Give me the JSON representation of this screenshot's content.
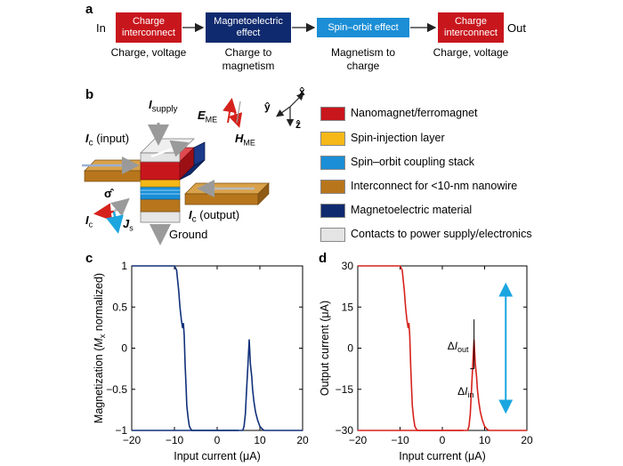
{
  "panels": {
    "a": "a",
    "b": "b",
    "c": "c",
    "d": "d"
  },
  "flow": {
    "in_label": "In",
    "out_label": "Out",
    "boxes": [
      {
        "label": "Charge interconnect",
        "caption": "Charge, voltage",
        "color": "#c8161d"
      },
      {
        "label": "Magnetoelectric effect",
        "caption": "Charge to magnetism",
        "color": "#0f2a6e"
      },
      {
        "label": "Spin–orbit effect",
        "caption": "Magnetism to charge",
        "color": "#1b8ed6"
      },
      {
        "label": "Charge interconnect",
        "caption": "Charge, voltage",
        "color": "#c8161d"
      }
    ]
  },
  "device": {
    "supply": "I",
    "supply_sub": "supply",
    "ic_input": "I",
    "ic_input_sub": "c",
    "ic_input_tail": "(input)",
    "ic_output": "I",
    "ic_output_sub": "c",
    "ic_output_tail": "(output)",
    "ground": "Ground",
    "e_me": "E",
    "e_me_sub": "ME",
    "h_me": "H",
    "h_me_sub": "ME",
    "sigma": "σ̂",
    "ic_small": "I",
    "ic_small_sub": "c",
    "js": "J",
    "js_sub": "s",
    "axis_x": "x̂",
    "axis_y": "ŷ",
    "axis_z": "ẑ"
  },
  "legend": [
    {
      "label": "Nanomagnet/ferromagnet",
      "color": "#c8161d"
    },
    {
      "label": "Spin-injection layer",
      "color": "#f6b818"
    },
    {
      "label": "Spin–orbit coupling stack",
      "color": "#1b8ed6"
    },
    {
      "label": "Interconnect for <10-nm nanowire",
      "color": "#b8761c"
    },
    {
      "label": "Magnetoelectric material",
      "color": "#0f2a6e"
    },
    {
      "label": "Contacts to power supply/electronics",
      "color": "#e4e4e4"
    }
  ],
  "chart_data": [
    {
      "type": "line",
      "xlabel": "Input current (μA)",
      "ylabel": "Magnetization (M_x normalized)",
      "ylabel_parts": {
        "pre": "Magnetization (",
        "var": "M",
        "sub": "x",
        "post": " normalized)"
      },
      "xlim": [
        -20,
        20
      ],
      "ylim": [
        -1,
        1
      ],
      "xticks": [
        -20,
        -10,
        0,
        10,
        20
      ],
      "yticks": [
        -1,
        -0.5,
        0,
        0.5,
        1
      ],
      "color": "#10307a",
      "series": [
        {
          "x": [
            -20,
            -10,
            -9.5,
            -9,
            -8.7,
            -8.4,
            -8.1,
            -7.9,
            -7.7,
            -7.5,
            -7.3,
            -7.1,
            -6.8,
            -6.5,
            -6.2,
            -5.9,
            -5.5,
            5
          ],
          "y": [
            1,
            1,
            0.95,
            0.7,
            0.5,
            0.35,
            0.25,
            0.3,
            0.15,
            -0.2,
            -0.45,
            -0.7,
            -0.85,
            -0.95,
            -0.98,
            -1,
            -1,
            -1
          ]
        },
        {
          "x": [
            -20,
            6,
            6.3,
            6.6,
            6.9,
            7.2,
            7.5,
            7.8,
            8.1,
            8.3,
            8.6,
            9,
            9.5,
            10,
            10.5,
            11,
            20
          ],
          "y": [
            -1,
            -1,
            -0.95,
            -0.8,
            -0.5,
            -0.2,
            0.1,
            -0.2,
            -0.35,
            -0.5,
            -0.65,
            -0.78,
            -0.88,
            -0.95,
            -0.98,
            -1,
            -1
          ]
        }
      ]
    },
    {
      "type": "line",
      "xlabel": "Input current (μA)",
      "ylabel": "Output current (μA)",
      "xlim": [
        -20,
        20
      ],
      "ylim": [
        -30,
        30
      ],
      "xticks": [
        -20,
        -10,
        0,
        10,
        20
      ],
      "yticks": [
        -30,
        -15,
        0,
        15,
        30
      ],
      "color": "#d6221c",
      "annotations": {
        "delta_out": "ΔI",
        "delta_out_sub": "out",
        "delta_in": "ΔI",
        "delta_in_sub": "in"
      },
      "series": [
        {
          "x": [
            -20,
            -10,
            -9.5,
            -9,
            -8.7,
            -8.4,
            -8.1,
            -7.9,
            -7.7,
            -7.5,
            -7.3,
            -7.1,
            -6.8,
            -6.5,
            -6.2,
            -5.9,
            -5.5,
            5
          ],
          "y": [
            30,
            30,
            28.5,
            21,
            15,
            10.5,
            7.5,
            9,
            4.5,
            -6,
            -13.5,
            -21,
            -25.5,
            -28.5,
            -29.4,
            -30,
            -30,
            -30
          ]
        },
        {
          "x": [
            -20,
            6,
            6.3,
            6.6,
            6.9,
            7.2,
            7.5,
            7.8,
            8.1,
            8.3,
            8.6,
            9,
            9.5,
            10,
            10.5,
            11,
            20
          ],
          "y": [
            -30,
            -30,
            -28.5,
            -24,
            -15,
            -6,
            3,
            -6,
            -10.5,
            -15,
            -19.5,
            -23.4,
            -26.4,
            -28.5,
            -29.4,
            -30,
            -30
          ]
        }
      ]
    }
  ]
}
